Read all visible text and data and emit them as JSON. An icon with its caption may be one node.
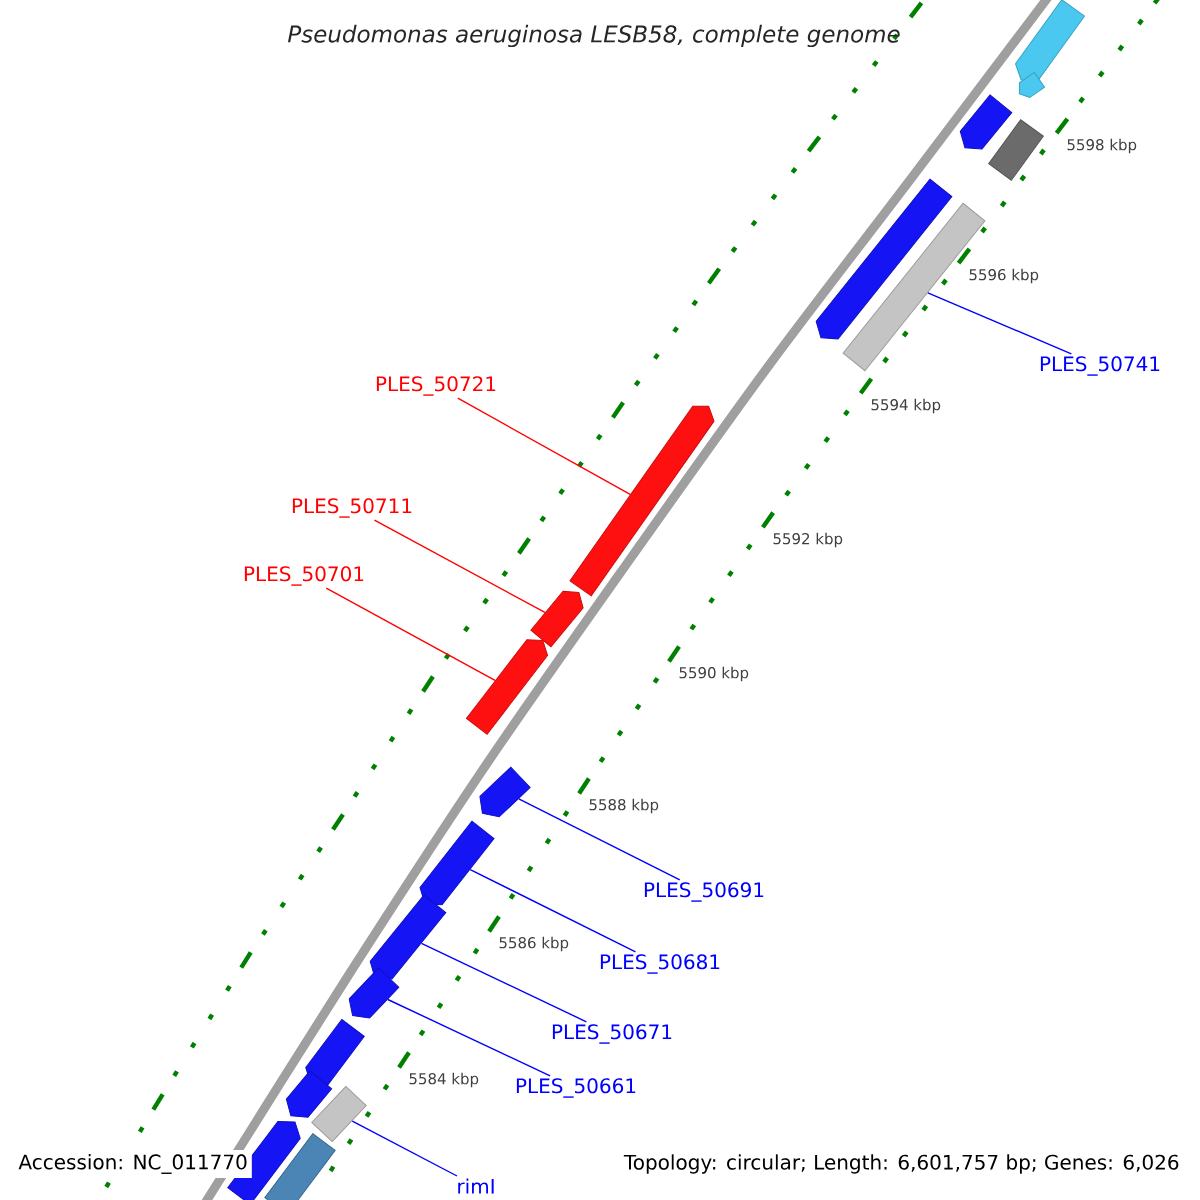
{
  "diagram": {
    "title": "Pseudomonas aeruginosa LESB58, complete genome",
    "nodes": [
      {
        "text": [],
        "shape": "bar"
      },
      {
        "text": [],
        "shape": "bar"
      },
      {
        "text": [],
        "shape": "bar"
      },
      {
        "text": [],
        "shape": "box"
      },
      {
        "text": [],
        "shape": "bar"
      },
      {
        "text": [],
        "shape": "box"
      },
      {
        "text": [],
        "shape": "bar"
      },
      {
        "text": [],
        "shape": "bar"
      },
      {
        "text": [],
        "shape": "bar"
      },
      {
        "text": [],
        "shape": "bar"
      },
      {
        "text": [],
        "shape": "bar"
      },
      {
        "text": [],
        "shape": "bar"
      },
      {
        "text": [],
        "shape": "bar"
      },
      {
        "text": [],
        "shape": "bar"
      },
      {
        "text": [],
        "shape": "bar"
      },
      {
        "text": [],
        "shape": "box"
      },
      {
        "text": [],
        "shape": "bar"
      },
      {
        "text": [],
        "shape": "box"
      },
      {
        "text": [
          "PLES_50741"
        ]
      },
      {
        "text": [
          "PLES_50721"
        ]
      },
      {
        "text": [
          "PLES_50711"
        ]
      },
      {
        "text": [
          "PLES_50701"
        ]
      },
      {
        "text": [
          "PLES_50691"
        ]
      },
      {
        "text": [
          "PLES_50681"
        ]
      },
      {
        "text": [
          "PLES_50671"
        ]
      },
      {
        "text": [
          "PLES_50661"
        ]
      },
      {
        "text": [
          "rimI"
        ]
      }
    ],
    "edges": [
      {
        "from": 18,
        "to": 5,
        "arrow": "none"
      },
      {
        "from": 19,
        "to": 6,
        "arrow": "none",
        "color": "#ff0000"
      },
      {
        "from": 20,
        "to": 7,
        "arrow": "none",
        "color": "#ff0000"
      },
      {
        "from": 21,
        "to": 8,
        "arrow": "none",
        "color": "#ff0000"
      },
      {
        "from": 22,
        "to": 9,
        "arrow": "none"
      },
      {
        "from": 23,
        "to": 10,
        "arrow": "none"
      },
      {
        "from": 24,
        "to": 11,
        "arrow": "none"
      },
      {
        "from": 25,
        "to": 12,
        "arrow": "none"
      },
      {
        "from": 26,
        "to": 15,
        "arrow": "none"
      }
    ],
    "labels": [
      "5598 kbp",
      "5596 kbp",
      "5594 kbp",
      "5592 kbp",
      "5590 kbp",
      "5588 kbp",
      "5586 kbp",
      "5584 kbp",
      "Accession: NC_011770",
      "Topology: circular; Length: 6,601,757 bp; Genes: 6,026"
    ]
  }
}
